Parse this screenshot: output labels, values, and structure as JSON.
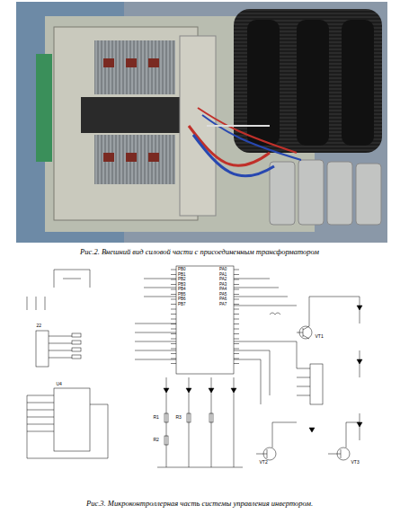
{
  "diagram": {
    "caption": "Рис.3.  Микроконтроллерная часть системы управления инвертором.",
    "labels": [
      "Рис.2. Внешний вид силовой части с присоединенным трансформатором",
      "22",
      "U4",
      "PA0",
      "PA1",
      "PA2",
      "PA3",
      "PA4",
      "PA5",
      "PA6",
      "PA7",
      "PB0",
      "PB1",
      "PB2",
      "PB3",
      "PB4",
      "PB5",
      "PB6",
      "PB7",
      "VT1",
      "VT2",
      "VT3",
      "R1",
      "R2",
      "R3"
    ]
  }
}
